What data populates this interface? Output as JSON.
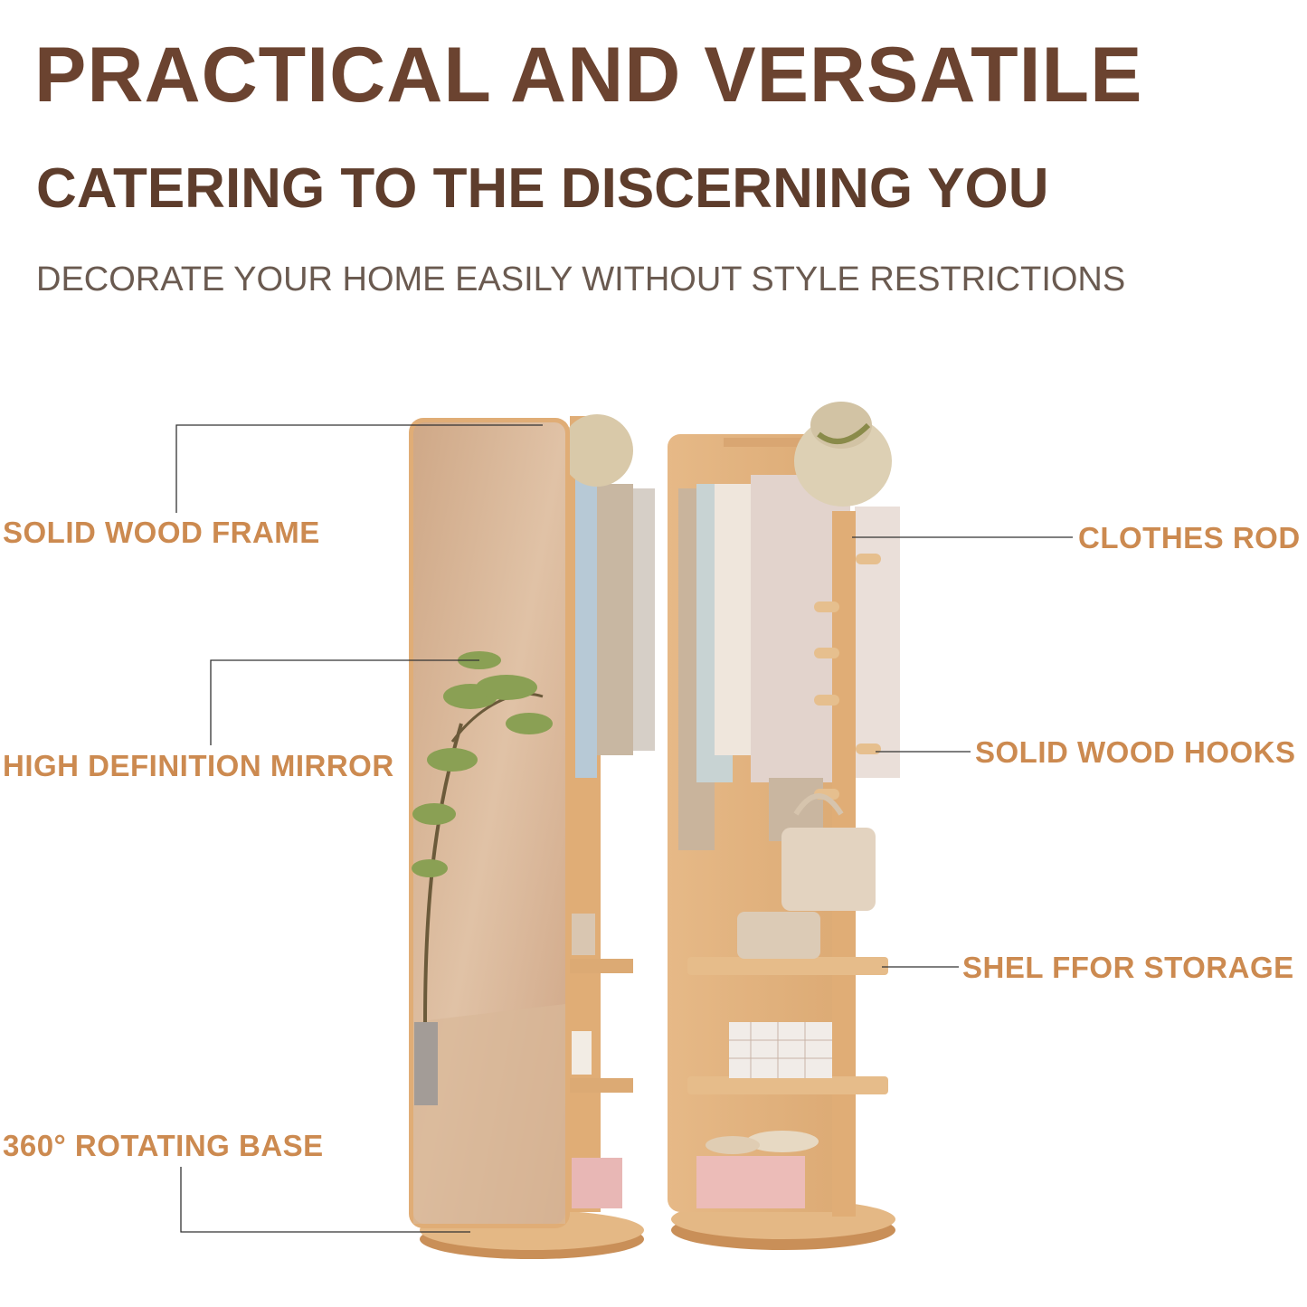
{
  "headline": "PRACTICAL AND VERSATILE",
  "subheadline": "CATERING TO THE DISCERNING YOU",
  "tagline": "DECORATE YOUR  HOME EASILY WITHOUT STYLE RESTRICTIONS",
  "callouts": {
    "solid_wood_frame": "SOLID WOOD FRAME",
    "high_definition_mirror": "HIGH DEFINITION MIRROR",
    "rotating_base": "360° ROTATING BASE",
    "clothes_rod": "CLOTHES ROD",
    "solid_wood_hooks": "SOLID WOOD HOOKS",
    "shelf_for_storage": "SHEL FFOR STORAGE"
  },
  "colors": {
    "headline": "#6b4330",
    "callout": "#cc8a50",
    "wood": "#e2b37e",
    "mirror": "#d7b595"
  }
}
